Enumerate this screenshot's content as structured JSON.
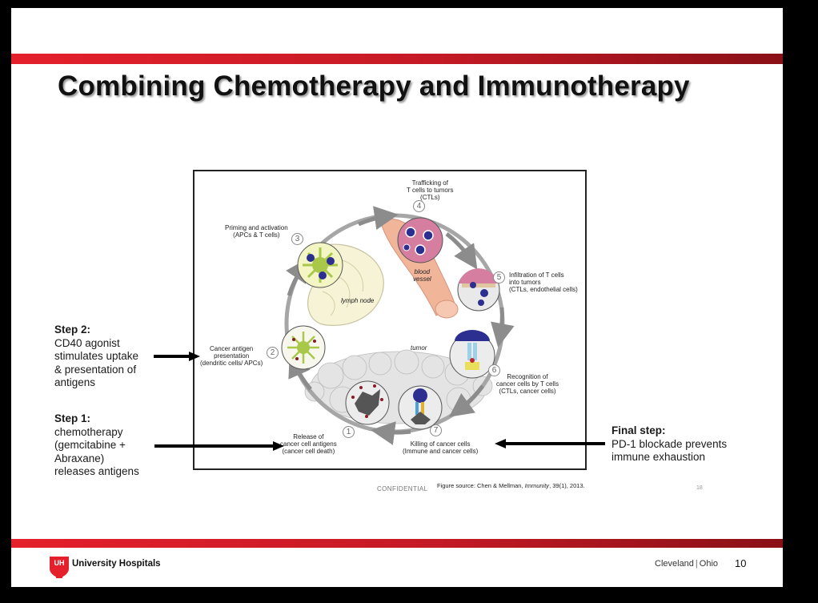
{
  "slide": {
    "title": "Combining Chemotherapy and Immunotherapy",
    "page_number": "10"
  },
  "figure": {
    "steps": [
      {
        "num": "1",
        "label": [
          "Release of",
          "cancer cell antigens",
          "(cancer cell death)"
        ]
      },
      {
        "num": "2",
        "label": [
          "Cancer antigen",
          "presentation",
          "(dendritic cells/ APCs)"
        ]
      },
      {
        "num": "3",
        "label": [
          "Priming and activation",
          "(APCs & T cells)"
        ]
      },
      {
        "num": "4",
        "label": [
          "Trafficking of",
          "T cells to tumors",
          "(CTLs)"
        ]
      },
      {
        "num": "5",
        "label": [
          "Infiltration of T cells",
          "into tumors",
          "(CTLs, endothelial cells)"
        ]
      },
      {
        "num": "6",
        "label": [
          "Recognition of",
          "cancer cells by T cells",
          "(CTLs, cancer cells)"
        ]
      },
      {
        "num": "7",
        "label": [
          "Killing of cancer cells",
          "(Immune and cancer cells)"
        ]
      }
    ],
    "region_labels": {
      "lymph_node": "lymph node",
      "blood_vessel": [
        "blood",
        "vessel"
      ],
      "tumor": "tumor"
    }
  },
  "notes": {
    "step2": {
      "heading": "Step 2:",
      "lines": [
        "CD40 agonist",
        "stimulates uptake",
        "& presentation of",
        "antigens"
      ]
    },
    "step1": {
      "heading": "Step 1:",
      "lines": [
        "chemotherapy",
        "(gemcitabine +",
        "Abraxane)",
        "releases antigens"
      ]
    },
    "final": {
      "heading": "Final step:",
      "lines": [
        "PD-1 blockade prevents",
        "immune exhaustion"
      ]
    }
  },
  "footer": {
    "confidential": "CONFIDENTIAL",
    "figure_source_prefix": "Figure source: Chen & Mellman, ",
    "figure_source_journal": "Immunity",
    "figure_source_suffix": ", 39(1), 2013.",
    "figure_page": "18",
    "org_name": "University Hospitals",
    "logo_text": "UH",
    "city": "Cleveland",
    "state": "Ohio"
  },
  "colors": {
    "brand_red": "#e4202c",
    "cycle_arrow": "#8c8c8c",
    "t_cell": "#2c2f8f",
    "vessel": "#e8a58a"
  }
}
